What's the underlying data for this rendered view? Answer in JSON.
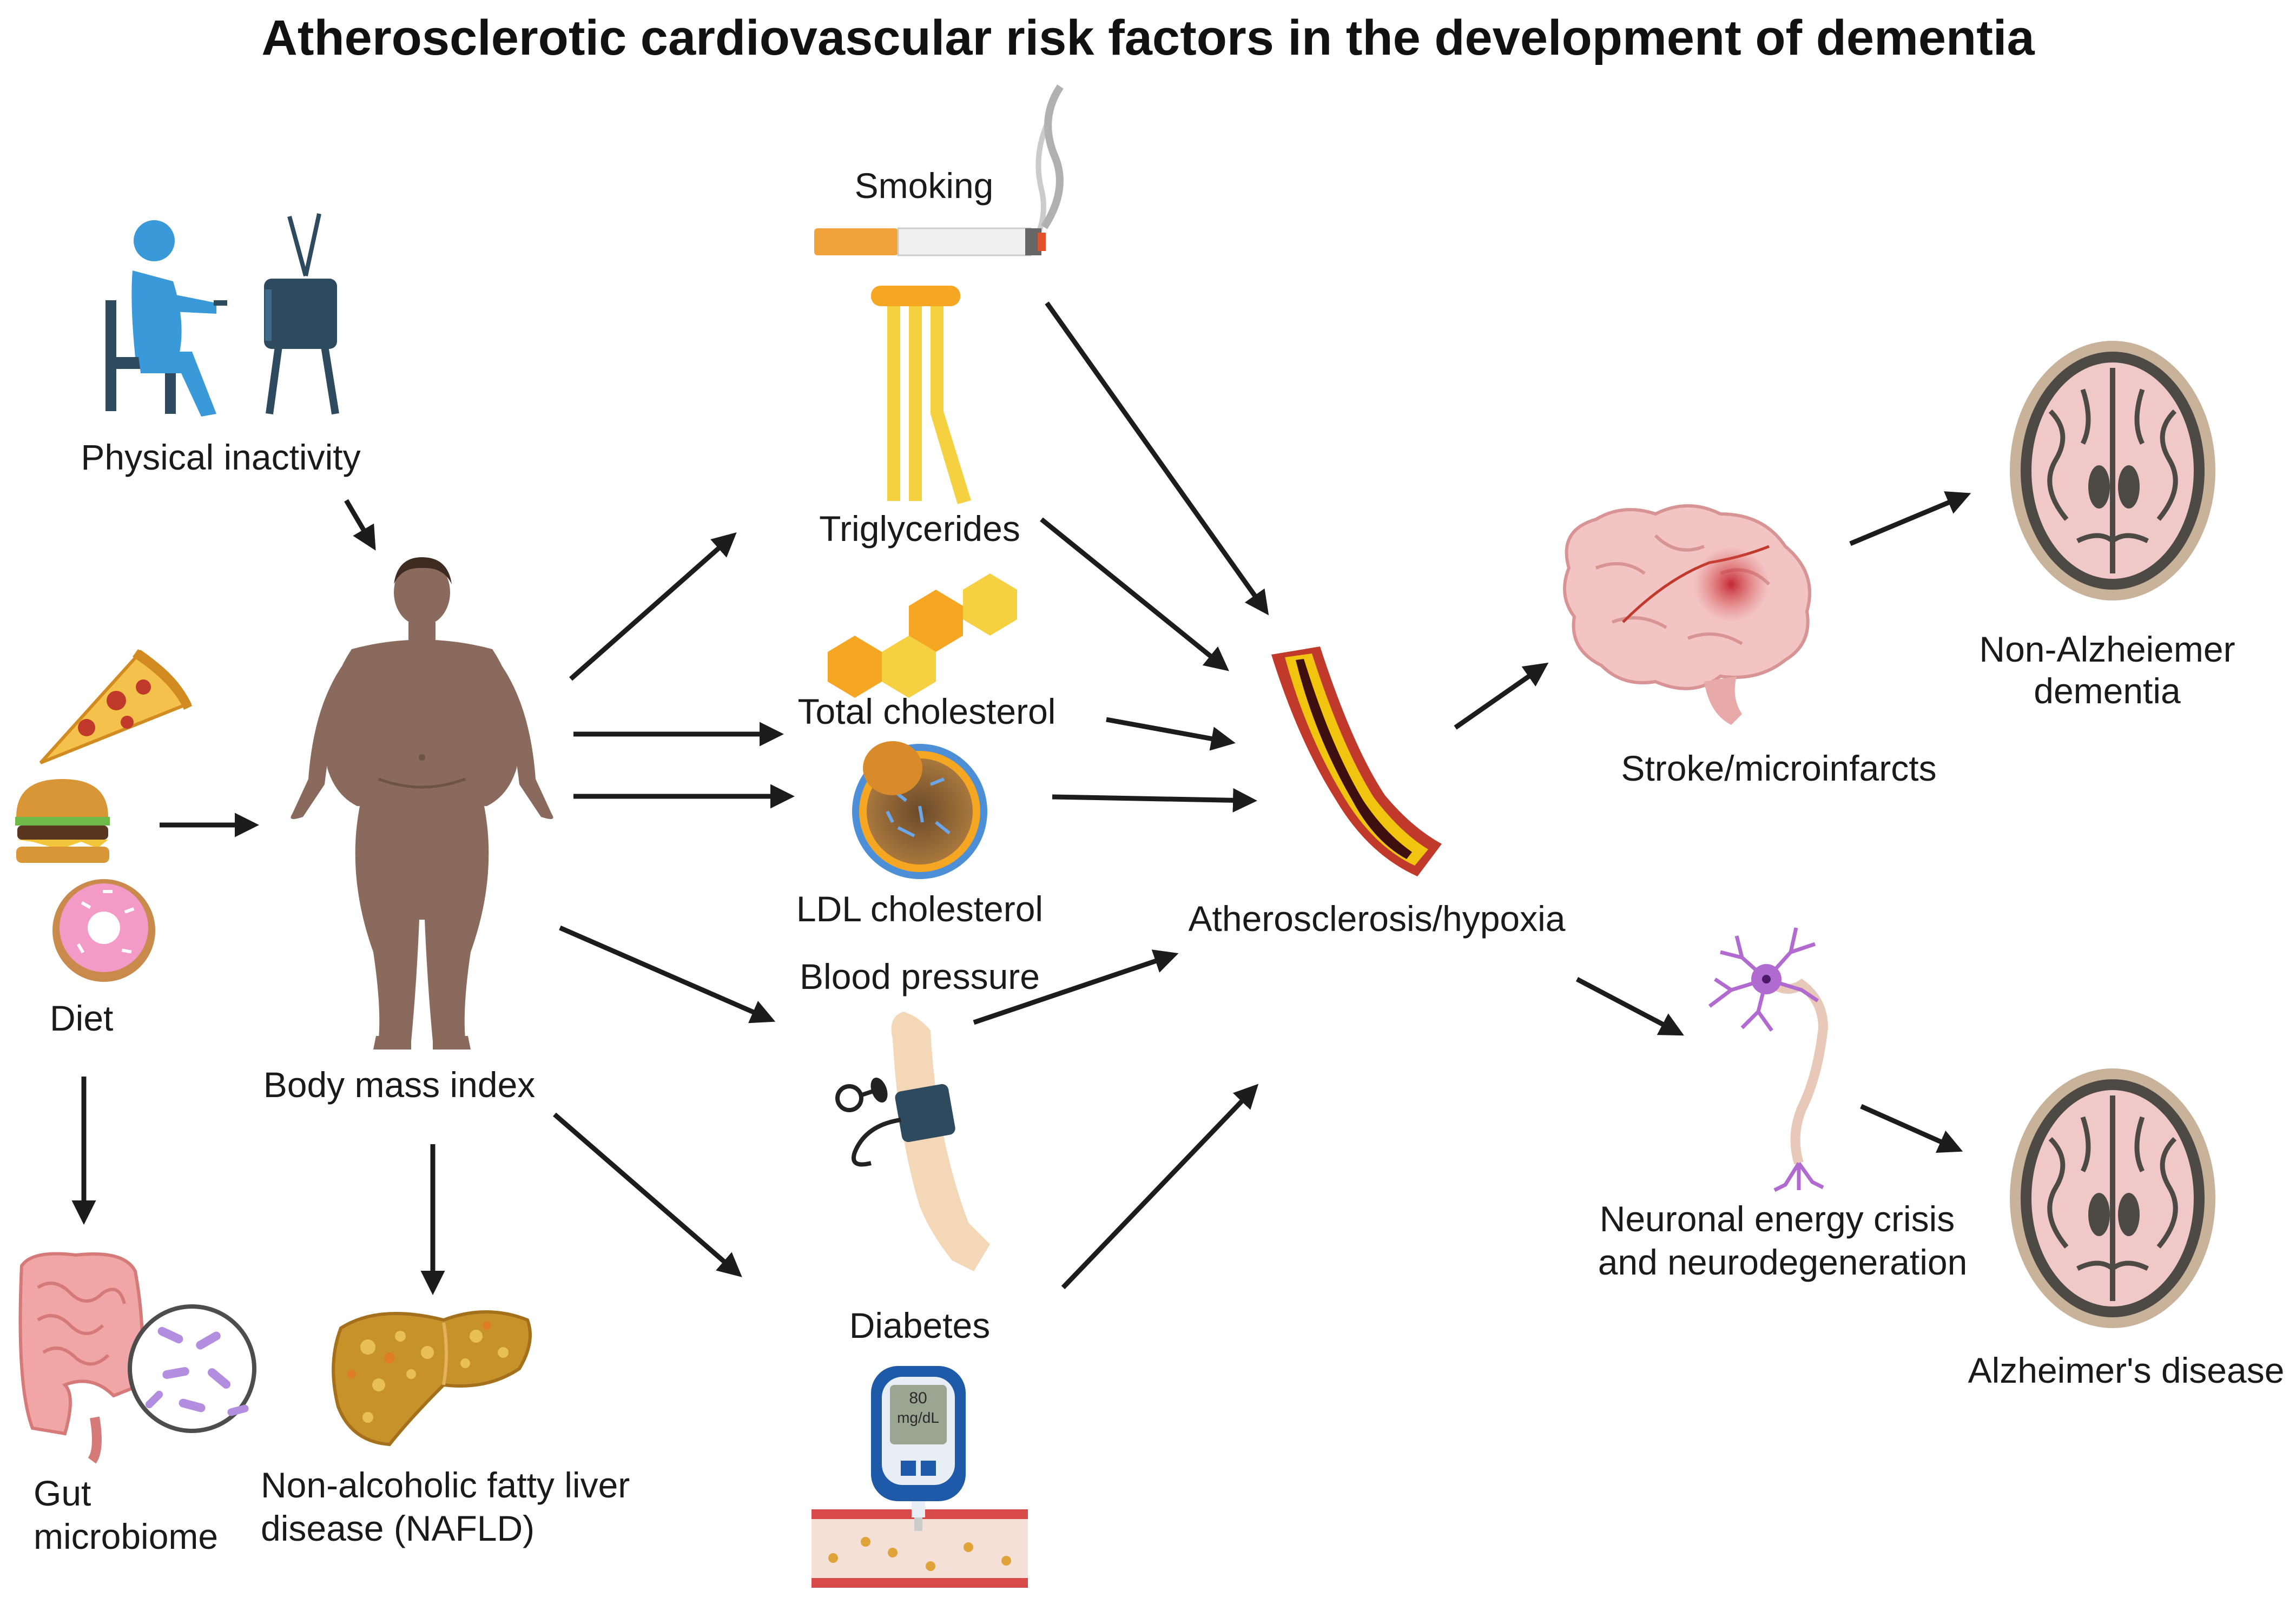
{
  "title": "Atherosclerotic cardiovascular risk factors in the development of dementia",
  "nodes": {
    "physical_inactivity": "Physical inactivity",
    "diet": "Diet",
    "body_mass_index": "Body mass index",
    "gut_microbiome_line1": "Gut",
    "gut_microbiome_line2": "microbiome",
    "nafld_line1": "Non-alcoholic fatty liver",
    "nafld_line2": "disease (NAFLD)",
    "smoking": "Smoking",
    "triglycerides": "Triglycerides",
    "total_cholesterol": "Total cholesterol",
    "ldl_cholesterol": "LDL cholesterol",
    "blood_pressure": "Blood pressure",
    "diabetes": "Diabetes",
    "glucose_reading_value": "80",
    "glucose_reading_unit": "mg/dL",
    "atherosclerosis": "Atherosclerosis/hypoxia",
    "stroke": "Stroke/microinfarcts",
    "non_alz_line1": "Non-Alzheiemer",
    "non_alz_line2": "dementia",
    "neuronal_line1": "Neuronal energy crisis",
    "neuronal_line2": "and neurodegeneration",
    "alzheimers": "Alzheimer's disease"
  },
  "icons": {
    "physical_inactivity": "person-watching-tv-icon",
    "diet": "junk-food-icon",
    "body": "obese-person-icon",
    "gut": "intestine-bacteria-icon",
    "liver": "fatty-liver-icon",
    "smoking": "cigarette-icon",
    "triglycerides": "triglyceride-molecule-icon",
    "total_cholesterol": "cholesterol-molecule-icon",
    "ldl": "ldl-particle-icon",
    "blood_pressure": "blood-pressure-cuff-icon",
    "diabetes": "glucose-meter-icon",
    "atherosclerosis": "plaque-artery-icon",
    "stroke": "stroke-brain-icon",
    "non_alz": "brain-scan-icon",
    "neuron": "neuron-icon",
    "alzheimers": "brain-scan-icon"
  },
  "colors": {
    "arrow": "#1c1c1c",
    "skin_body": "#8a6a5c",
    "chair_blue": "#3a9ad9",
    "tv_navy": "#2e4a5e",
    "artery_red": "#c0392b",
    "plaque_yellow": "#f1c40f",
    "brain_pink": "#f2c4c4",
    "neuron_purple": "#b06ad0"
  }
}
